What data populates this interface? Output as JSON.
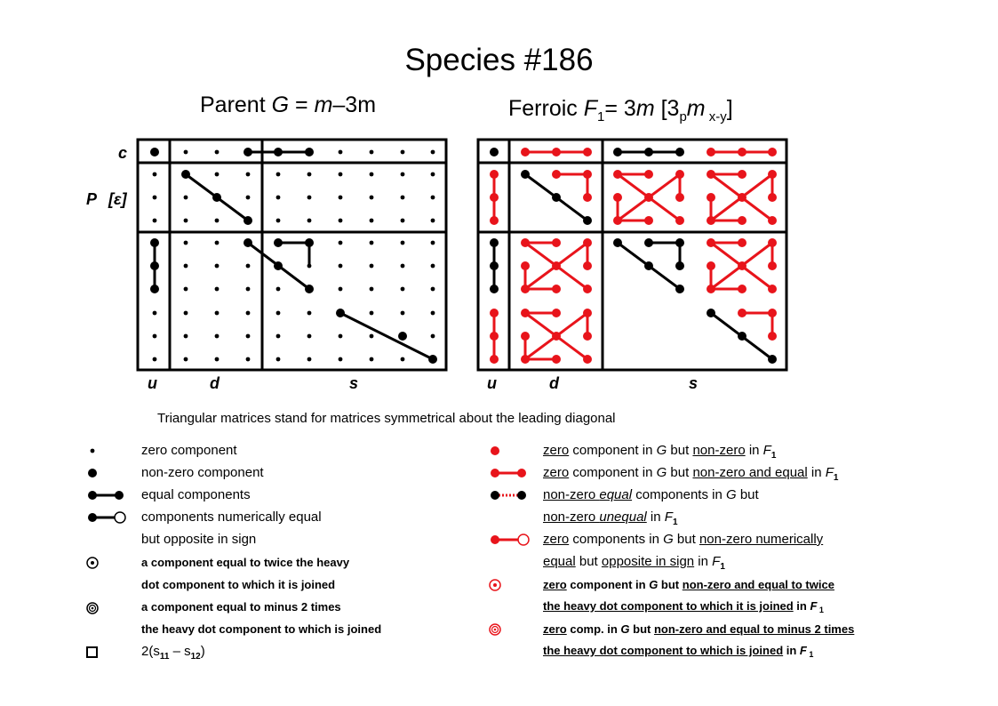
{
  "title": "Species  #186",
  "parent": {
    "prefix": "Parent  ",
    "G": "G",
    "eq": " = ",
    "m": "m",
    "rest": "–3m"
  },
  "ferroic": {
    "prefix": "Ferroic  ",
    "F": "F",
    "sub1": "1",
    "eq": "= 3",
    "m": "m",
    "bracket_open": "  [3",
    "p": "p",
    "m2": "m",
    "xy": " x-y",
    "bracket_close": "]"
  },
  "matrix_labels": {
    "c": "c",
    "P": "P",
    "eps": "[ε]",
    "u_left": "u",
    "d_left": "d",
    "s_left": "s",
    "u_right": "u",
    "d_right": "d",
    "s_right": "s"
  },
  "caption": "Triangular matrices stand for matrices symmetrical about the leading diagonal",
  "legend_left": {
    "l1": "zero component",
    "l2": "non-zero component",
    "l3": "equal components",
    "l4": "components numerically equal",
    "l5": "but opposite in sign",
    "l6": "a component equal to twice the heavy",
    "l7": "dot component to which it is joined",
    "l8": "a component equal to minus 2 times",
    "l9": "the heavy dot component to which is joined",
    "l10a": "2(s",
    "l10b": "11",
    "l10c": " – s",
    "l10d": "12",
    "l10e": ")"
  },
  "legend_right": {
    "r1a": "zero",
    "r1b": " component in ",
    "r1c": "G",
    "r1d": " but ",
    "r1e": "non-zero",
    "r1f": " in ",
    "r1g": "F",
    "r1h": "1",
    "r2a": "zero",
    "r2b": " component in ",
    "r2c": "G",
    "r2d": " but ",
    "r2e": "non-zero and equal",
    "r2f": " in ",
    "r2g": "F",
    "r2h": "1",
    "r3a": "non-zero ",
    "r3b": "equal",
    "r3c": "  components in ",
    "r3d": "G",
    "r3e": "  but",
    "r4a": "non-zero ",
    "r4b": "unequal",
    "r4c": " in ",
    "r4d": "F",
    "r4e": "1",
    "r5a": "zero",
    "r5b": " components in ",
    "r5c": "G",
    "r5d": " but ",
    "r5e": "non-zero numerically ",
    "r6a": "equal",
    "r6b": " but ",
    "r6c": "opposite in sign",
    "r6d": " in ",
    "r6e": "F",
    "r6f": "1",
    "r7a": "zero",
    "r7b": " component in ",
    "r7c": "G",
    "r7d": " but ",
    "r7e": "non-zero and equal to twice   ",
    "r8a": "the heavy dot component to which it is joined",
    "r8b": " in ",
    "r8c": "F",
    "r8d": " 1",
    "r9a": "zero",
    "r9b": " comp. in ",
    "r9c": "G",
    "r9d": " but ",
    "r9e": "non-zero and equal to minus 2 times ",
    "r10a": "the heavy dot component to which is joined",
    "r10b": " in ",
    "r10c": "F",
    "r10d": " 1"
  },
  "colors": {
    "black": "#000000",
    "red": "#e8141b"
  }
}
